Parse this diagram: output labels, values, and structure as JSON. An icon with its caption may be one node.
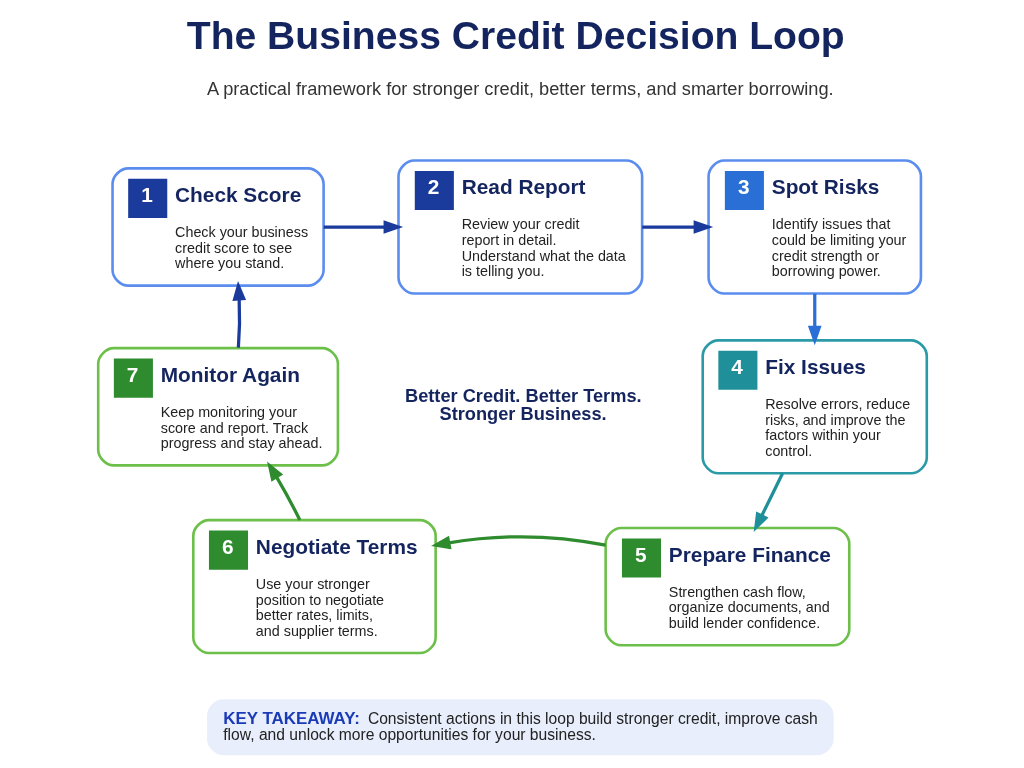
{
  "diagram": {
    "title": "The Business Credit Decision Loop",
    "nodes": [
      {
        "text": [
          "1",
          "Check Score",
          "Check your business credit score to see where you stand."
        ]
      },
      {
        "text": [
          "2",
          "Read Report",
          "Review your credit report in detail. Understand what the data is telling you."
        ]
      },
      {
        "text": [
          "3",
          "Spot Risks",
          "Identify issues that could be limiting your credit strength or borrowing power."
        ]
      },
      {
        "text": [
          "4",
          "Fix Issues",
          "Resolve errors, reduce risks, and improve the factors within your control."
        ]
      },
      {
        "text": [
          "5",
          "Prepare Finance",
          "Strengthen cash flow, organize documents, and build lender confidence."
        ]
      },
      {
        "text": [
          "6",
          "Negotiate Terms",
          "Use your stronger position to negotiate better rates, limits, and supplier terms."
        ]
      },
      {
        "text": [
          "7",
          "Monitor Again",
          "Keep monitoring your score and report. Track progress and stay ahead."
        ]
      },
      {
        "text": [
          "Better Credit. Better Terms. Stronger Business."
        ]
      },
      {
        "text": [
          "KEY TAKEAWAY:",
          "Consistent actions in this loop build stronger credit, improve cash flow, and unlock more opportunities for your business."
        ]
      }
    ],
    "edges": [
      {
        "from": 0,
        "to": 1,
        "arrow": "to",
        "color": "#1a3a9c"
      },
      {
        "from": 1,
        "to": 2,
        "arrow": "to",
        "color": "#1a3a9c"
      },
      {
        "from": 2,
        "to": 3,
        "arrow": "to",
        "color": "#2a6fd6"
      },
      {
        "from": 3,
        "to": 4,
        "arrow": "to",
        "color": "#1f8f9a"
      },
      {
        "from": 4,
        "to": 5,
        "arrow": "to",
        "color": "#2e8b2e"
      },
      {
        "from": 5,
        "to": 6,
        "arrow": "to",
        "color": "#2e8b2e"
      },
      {
        "from": 6,
        "to": 0,
        "arrow": "to",
        "color": "#1a3a9c"
      }
    ],
    "labels": [
      "A practical framework for stronger credit, better terms, and smarter borrowing."
    ]
  }
}
